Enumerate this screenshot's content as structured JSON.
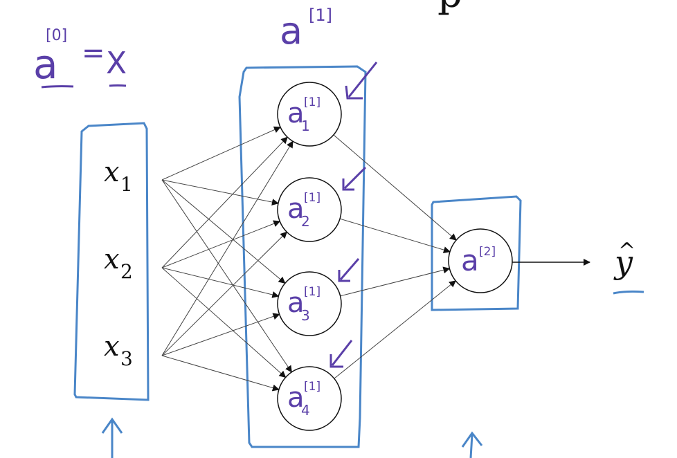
{
  "colors": {
    "pen": "#5a3fa8",
    "box": "#4a86c8",
    "ink": "#111111",
    "edge": "#444444"
  },
  "annotations": {
    "a0": {
      "base": "a",
      "sup": "[0]"
    },
    "equals": "=",
    "x_symbol": "X",
    "a1_layer": {
      "base": "a",
      "sup": "[1]"
    }
  },
  "input_layer": [
    {
      "base": "x",
      "sub": "1"
    },
    {
      "base": "x",
      "sub": "2"
    },
    {
      "base": "x",
      "sub": "3"
    }
  ],
  "hidden_layer": [
    {
      "base": "a",
      "sup": "[1]",
      "sub": "1"
    },
    {
      "base": "a",
      "sup": "[1]",
      "sub": "2"
    },
    {
      "base": "a",
      "sup": "[1]",
      "sub": "3"
    },
    {
      "base": "a",
      "sup": "[1]",
      "sub": "4"
    }
  ],
  "output_layer": [
    {
      "base": "a",
      "sup": "[2]"
    }
  ],
  "prediction": {
    "base": "y",
    "hat": "^"
  },
  "top_partial_glyph": "p",
  "icons": [
    "hand-drawn-arrow-icon",
    "output-arrow-icon"
  ]
}
